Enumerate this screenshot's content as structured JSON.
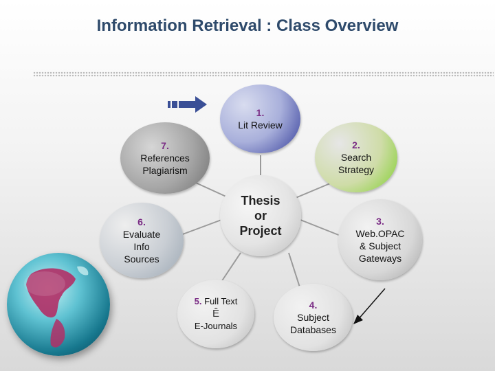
{
  "title": "Information Retrieval : Class Overview",
  "center": {
    "line1": "Thesis",
    "line2": "or",
    "line3": "Project"
  },
  "nodes": [
    {
      "num": "1.",
      "label": "Lit Review"
    },
    {
      "num": "2.",
      "label": "Search\nStrategy"
    },
    {
      "num": "3.",
      "label": "Web.OPAC\n& Subject\nGateways"
    },
    {
      "num": "4.",
      "label": "Subject\nDatabases"
    },
    {
      "num": "5.",
      "label": "Full Text",
      "glyph": "Ê",
      "label2": "E-Journals"
    },
    {
      "num": "6.",
      "label": "Evaluate\nInfo\nSources"
    },
    {
      "num": "7.",
      "label": "References\nPlagiarism"
    }
  ],
  "colors": {
    "title": "#2e4a6b",
    "number": "#7a2c84",
    "node1": "#343d9a",
    "node2": "#7ecf2a",
    "arrow": "#3a4f96"
  },
  "icons": {
    "pointer_arrow": "right-arrow-icon",
    "globe": "globe-image",
    "callout_arrow": "pointer-line-icon"
  }
}
